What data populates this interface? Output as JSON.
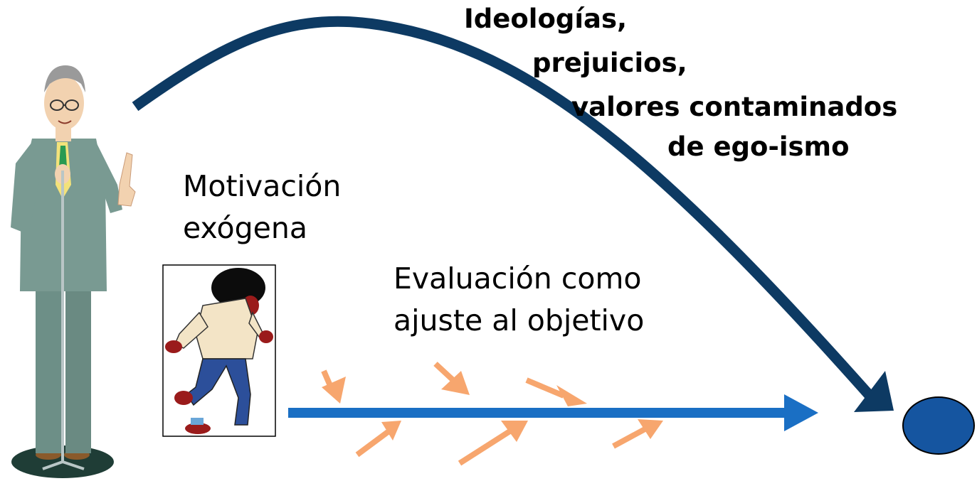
{
  "top_text": {
    "line1": "Ideologías,",
    "line2": "prejuicios,",
    "line3": "valores contaminados",
    "line4": "de ego-ismo"
  },
  "motivation": {
    "line1": "Motivación",
    "line2": "exógena"
  },
  "evaluation": {
    "line1": "Evaluación como",
    "line2": "ajuste al objetivo"
  },
  "colors": {
    "curve_arrow": "#0d3a63",
    "straight_arrow": "#1a6fc4",
    "small_arrows": "#f7a66e",
    "target_fill": "#1555a0",
    "target_stroke": "#000000"
  },
  "icons": {
    "speaker": "man-with-microphone-icon",
    "runner": "running-child-icon",
    "target": "target-ellipse-icon"
  }
}
